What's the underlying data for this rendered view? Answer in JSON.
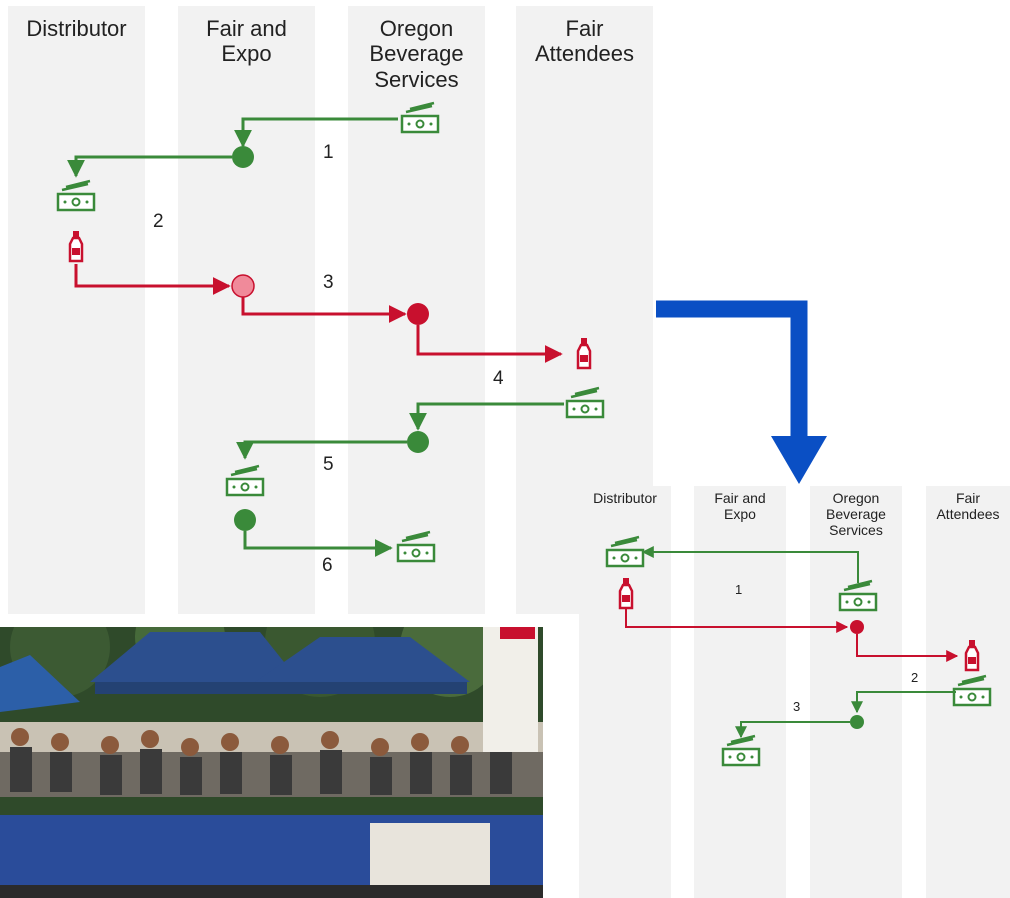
{
  "diagram_before": {
    "lanes": [
      {
        "label": "Distributor"
      },
      {
        "label": "Fair and\nExpo"
      },
      {
        "label": "Oregon\nBeverage\nServices"
      },
      {
        "label": "Fair\nAttendees"
      }
    ],
    "steps": [
      "1",
      "2",
      "3",
      "4",
      "5",
      "6"
    ]
  },
  "diagram_after": {
    "lanes": [
      {
        "label": "Distributor"
      },
      {
        "label": "Fair and\nExpo"
      },
      {
        "label": "Oregon\nBeverage\nServices"
      },
      {
        "label": "Fair\nAttendees"
      }
    ],
    "steps": [
      "1",
      "2",
      "3"
    ]
  },
  "colors": {
    "money": "#3a8a3a",
    "beverage": "#c8102e",
    "beverage_light": "#f08a9a",
    "transition_arrow": "#0a4fc4"
  },
  "icons": {
    "money": "cash-icon",
    "beverage": "bottle-icon"
  }
}
